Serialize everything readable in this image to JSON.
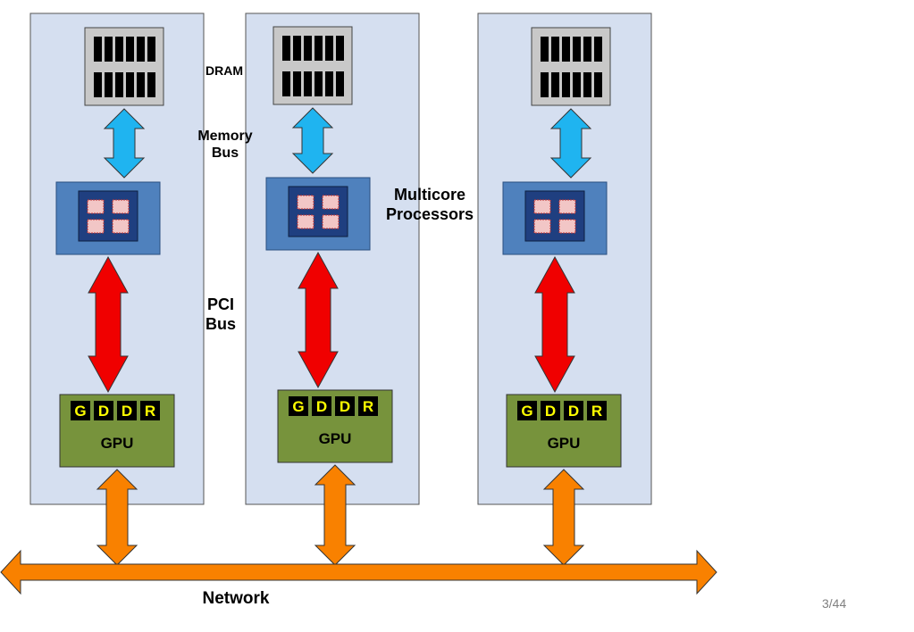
{
  "labels": {
    "dram": "DRAM",
    "memory_bus_line1": "Memory",
    "memory_bus_line2": "Bus",
    "multicore_line1": "Multicore",
    "multicore_line2": "Processors",
    "pci_line1": "PCI",
    "pci_line2": "Bus",
    "network": "Network"
  },
  "nodes": [
    {
      "gpu_label": "GPU",
      "gddr": [
        "G",
        "D",
        "D",
        "R"
      ]
    },
    {
      "gpu_label": "GPU",
      "gddr": [
        "G",
        "D",
        "D",
        "R"
      ]
    },
    {
      "gpu_label": "GPU",
      "gddr": [
        "G",
        "D",
        "D",
        "R"
      ]
    }
  ],
  "page_number": "3/44",
  "colors": {
    "node_panel": "#d5dff0",
    "dram": "#c8c8c8",
    "memory_arrow": "#1fb4f0",
    "cpu_outer": "#4f81bd",
    "cpu_inner": "#1f3f80",
    "pci_arrow": "#f00000",
    "gpu": "#77933c",
    "gddr_bg": "#000000",
    "gddr_text": "#ffff00",
    "network_arrow": "#f98100"
  }
}
